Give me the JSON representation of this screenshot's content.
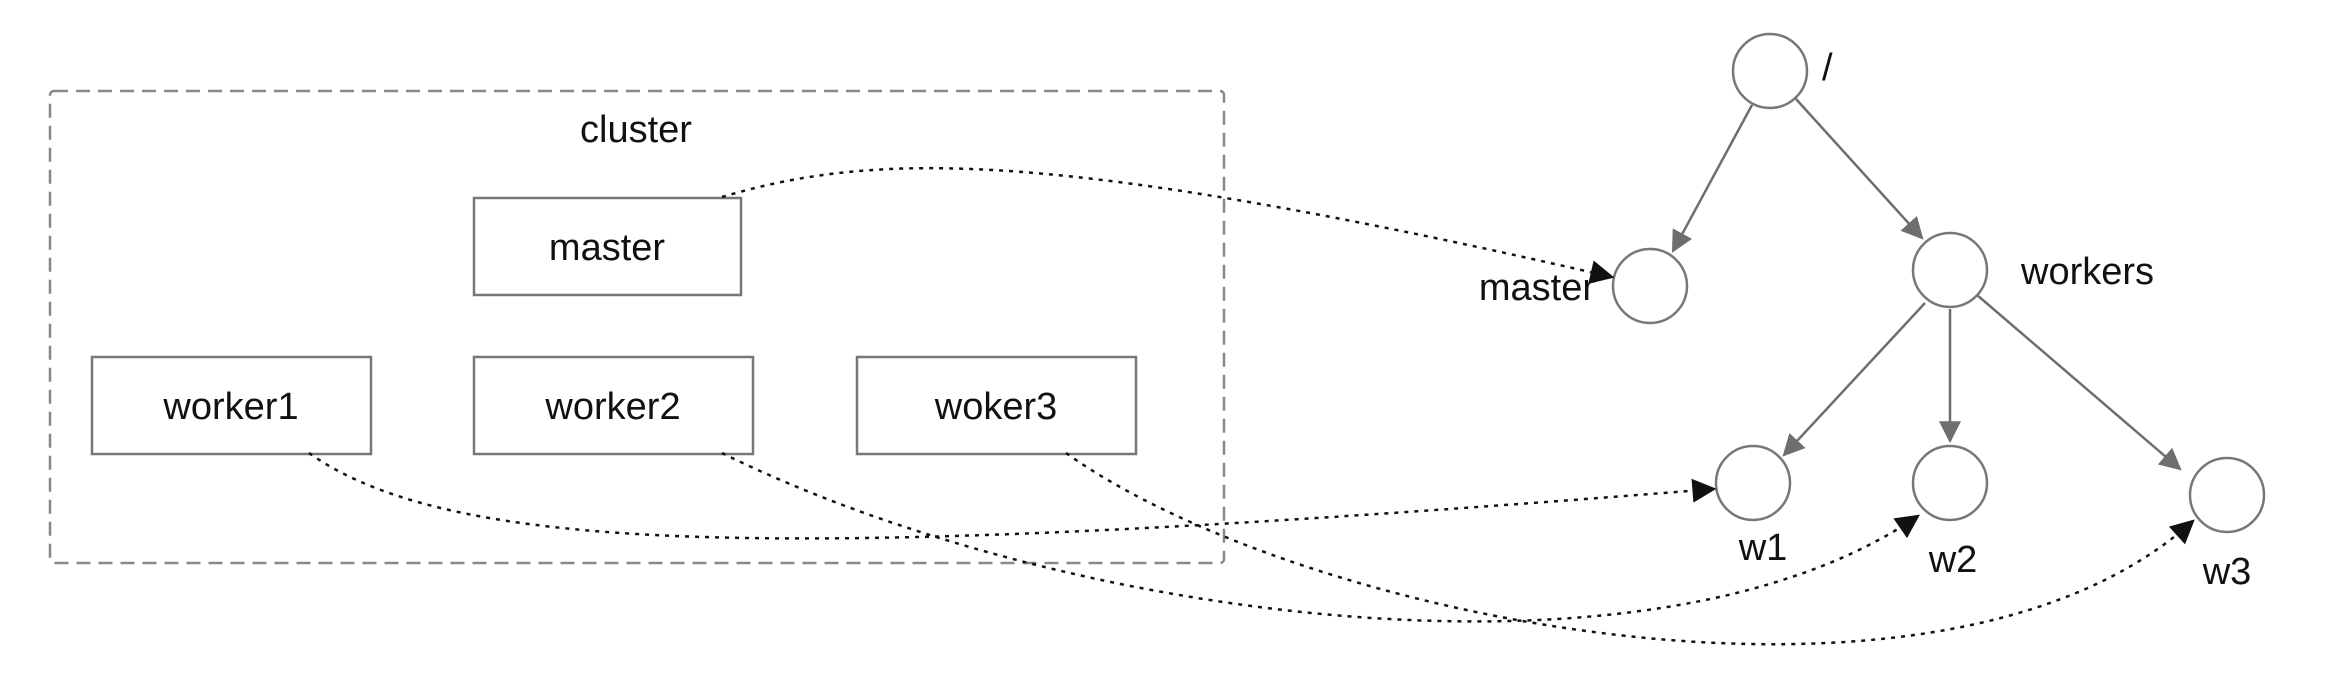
{
  "cluster": {
    "label": "cluster",
    "master_label": "master",
    "workers": [
      "worker1",
      "worker2",
      "woker3"
    ]
  },
  "tree": {
    "root_label": "/",
    "master_label": "master",
    "workers_label": "workers",
    "leaves": [
      "w1",
      "w2",
      "w3"
    ]
  },
  "colors": {
    "stroke": "#777777",
    "tree_edge": "#6e6e6e",
    "dotted_edge": "#111111",
    "text": "#111111"
  }
}
